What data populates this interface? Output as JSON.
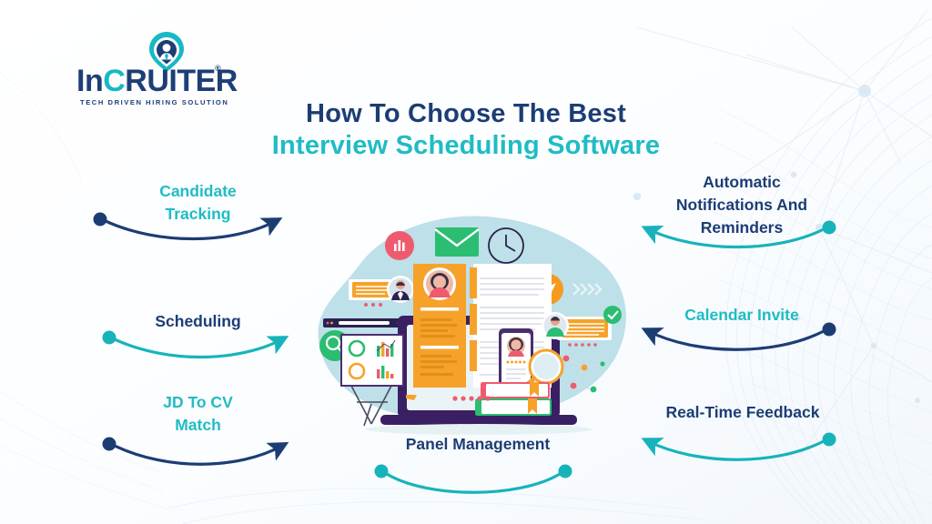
{
  "page": {
    "background_color": "#fdfeff",
    "navy": "#1c3d74",
    "teal": "#1fbcc4"
  },
  "logo": {
    "part1": "In",
    "part2": "C",
    "part3": "R",
    "part4": "UITER",
    "registered": "®",
    "tagline": "TECH DRIVEN HIRING SOLUTION",
    "mark": "location-pin-person-icon"
  },
  "title": {
    "line1": "How To Choose The Best",
    "line2": "Interview Scheduling Software"
  },
  "features": {
    "left": [
      {
        "id": "candidate-tracking",
        "line1": "Candidate",
        "line2": "Tracking",
        "text_color": "#1fbcc4",
        "arrow_color": "#1c3d74"
      },
      {
        "id": "scheduling",
        "line1": "Scheduling",
        "line2": "",
        "text_color": "#1c3d74",
        "arrow_color": "#17b3bb"
      },
      {
        "id": "jd-to-cv-match",
        "line1": "JD To CV",
        "line2": "Match",
        "text_color": "#1fbcc4",
        "arrow_color": "#1c3d74"
      }
    ],
    "right": [
      {
        "id": "automatic-notifications-and-reminders",
        "line1": "Automatic",
        "line2": "Notifications And",
        "line3": "Reminders",
        "text_color": "#1c3d74",
        "arrow_color": "#17b3bb"
      },
      {
        "id": "calendar-invite",
        "line1": "Calendar Invite",
        "line2": "",
        "text_color": "#1fbcc4",
        "arrow_color": "#1c3d74"
      },
      {
        "id": "real-time-feedback",
        "line1": "Real-Time Feedback",
        "line2": "",
        "text_color": "#1c3d74",
        "arrow_color": "#17b3bb"
      }
    ],
    "bottom": {
      "id": "panel-management",
      "label": "Panel Management",
      "text_color": "#1c3d74",
      "arrow_color": "#17b3bb"
    }
  },
  "illustration": {
    "name": "interview-scheduling-illustration",
    "blob_color": "#b9dee7",
    "elements": [
      "envelope-icon",
      "clock-icon",
      "bar-chart-badge-icon",
      "laptop",
      "resume-document",
      "document-page",
      "send-paper-plane-icon",
      "search-magnifier-icon",
      "presentation-easel-chart",
      "smartphone-profile-card",
      "stacked-books",
      "magnifying-glass",
      "review-card-left",
      "review-card-right",
      "verified-check-badge",
      "network-dots"
    ]
  }
}
